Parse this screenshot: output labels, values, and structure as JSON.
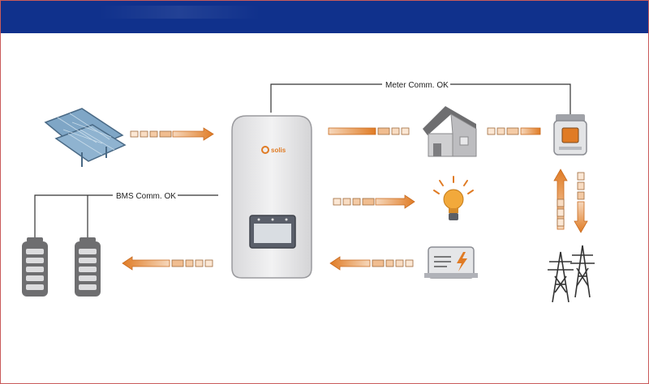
{
  "diagram": {
    "meter_comm_label": "Meter Comm. OK",
    "bms_comm_label": "BMS Comm. OK",
    "inverter_brand": "solis"
  },
  "colors": {
    "header": "#10318c",
    "arrow_orange": "#e8944a",
    "line": "#333333",
    "inverter_body": "#e9e9ea",
    "screen": "#5a5f6a"
  },
  "icons": [
    "solar-panel-icon",
    "inverter-icon",
    "house-icon",
    "meter-icon",
    "bulb-icon",
    "generator-icon",
    "pylon-icon",
    "battery-icon"
  ]
}
